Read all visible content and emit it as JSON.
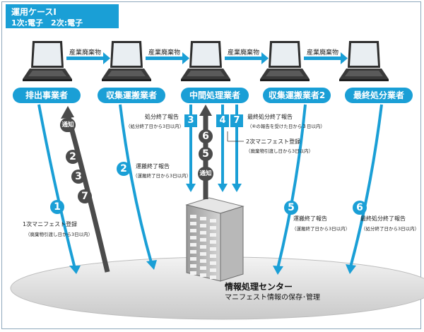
{
  "case": {
    "title": "運用ケースⅠ",
    "subtitle": "1次:電子　2次:電子"
  },
  "parties": [
    "排出事業者",
    "収集運搬業者",
    "中間処理業者",
    "収集運搬業者2",
    "最終処分業者"
  ],
  "waste_label": "産業廃棄物",
  "center": {
    "title": "情報処理センター",
    "subtitle": "マニフェスト情報の保存･管理"
  },
  "notify_label": "通知",
  "steps": {
    "s1": {
      "num": "1",
      "label": "1次マニフェスト登録",
      "sub": "（廃棄物引渡し日から3日以内）"
    },
    "s2": {
      "num": "2",
      "label": "運搬終了報告",
      "sub": "（運搬終了日から3日以内）"
    },
    "s3": {
      "num": "3",
      "label": "処分終了報告",
      "sub": "（処分終了日から3日以内）"
    },
    "s4": {
      "num": "4",
      "label": "2次マニフェスト登録",
      "sub": "（廃棄物引渡し日から3日以内）"
    },
    "s5": {
      "num": "5",
      "label": "運搬終了報告",
      "sub": "（運搬終了日から3日以内）"
    },
    "s6": {
      "num": "6",
      "label": "最終処分終了報告",
      "sub": "（処分終了日から3日以内）"
    },
    "s7": {
      "num": "7",
      "label": "最終処分終了報告",
      "sub": "（⑥の報告を受けた日から３日以内）"
    }
  },
  "dark_numbers": [
    "2",
    "3",
    "7"
  ],
  "middle_dark_numbers": [
    "6",
    "5"
  ],
  "colors": {
    "accent": "#1a9fd6",
    "dark": "#4b4b4b",
    "ellipse": "#d6d6d6"
  },
  "icons": {
    "computer": "laptop-icon",
    "server": "server-building-icon"
  }
}
